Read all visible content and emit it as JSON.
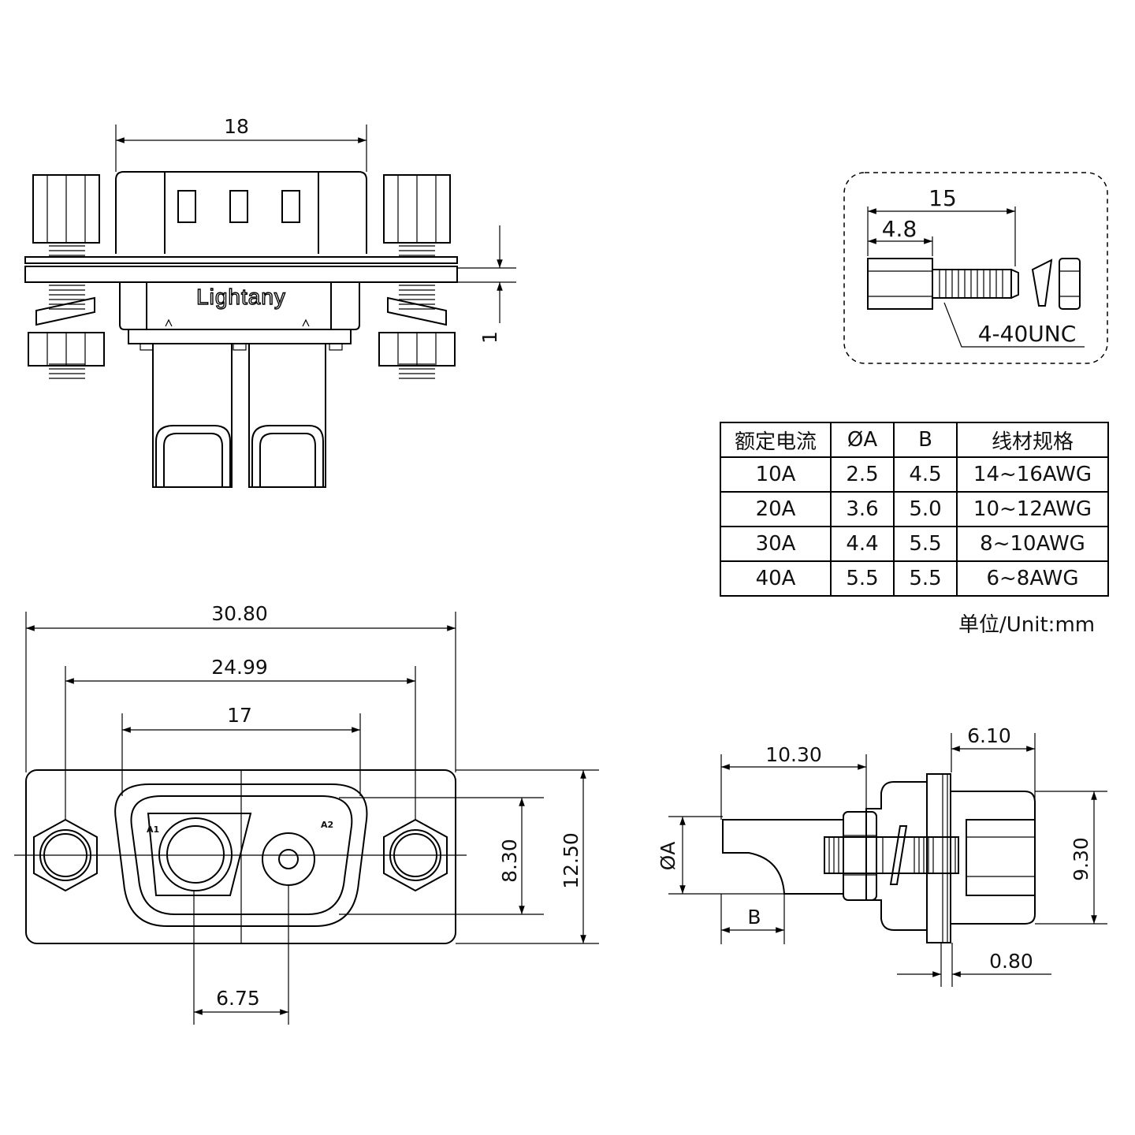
{
  "top_view": {
    "dim_width": "18",
    "dim_flange": "1",
    "logo": "Lightany"
  },
  "screw_detail": {
    "dim_length": "15",
    "dim_head": "4.8",
    "thread": "4-40UNC"
  },
  "spec_table": {
    "headers": [
      "额定电流",
      "ØA",
      "B",
      "线材规格"
    ],
    "rows": [
      [
        "10A",
        "2.5",
        "4.5",
        "14~16AWG"
      ],
      [
        "20A",
        "3.6",
        "5.0",
        "10~12AWG"
      ],
      [
        "30A",
        "4.4",
        "5.5",
        "8~10AWG"
      ],
      [
        "40A",
        "5.5",
        "5.5",
        "6~8AWG"
      ]
    ],
    "unit": "单位/Unit:mm"
  },
  "front_view": {
    "dim_total": "30.80",
    "dim_holes": "24.99",
    "dim_shell": "17",
    "dim_pitch": "6.75",
    "dim_inner_h": "8.30",
    "dim_outer_h": "12.50",
    "pin_a1": "A1",
    "pin_a2": "A2"
  },
  "side_view": {
    "dim_tail": "10.30",
    "dim_body": "6.10",
    "dim_height": "9.30",
    "dim_flange": "0.80",
    "label_diam": "ØA",
    "label_b": "B"
  }
}
